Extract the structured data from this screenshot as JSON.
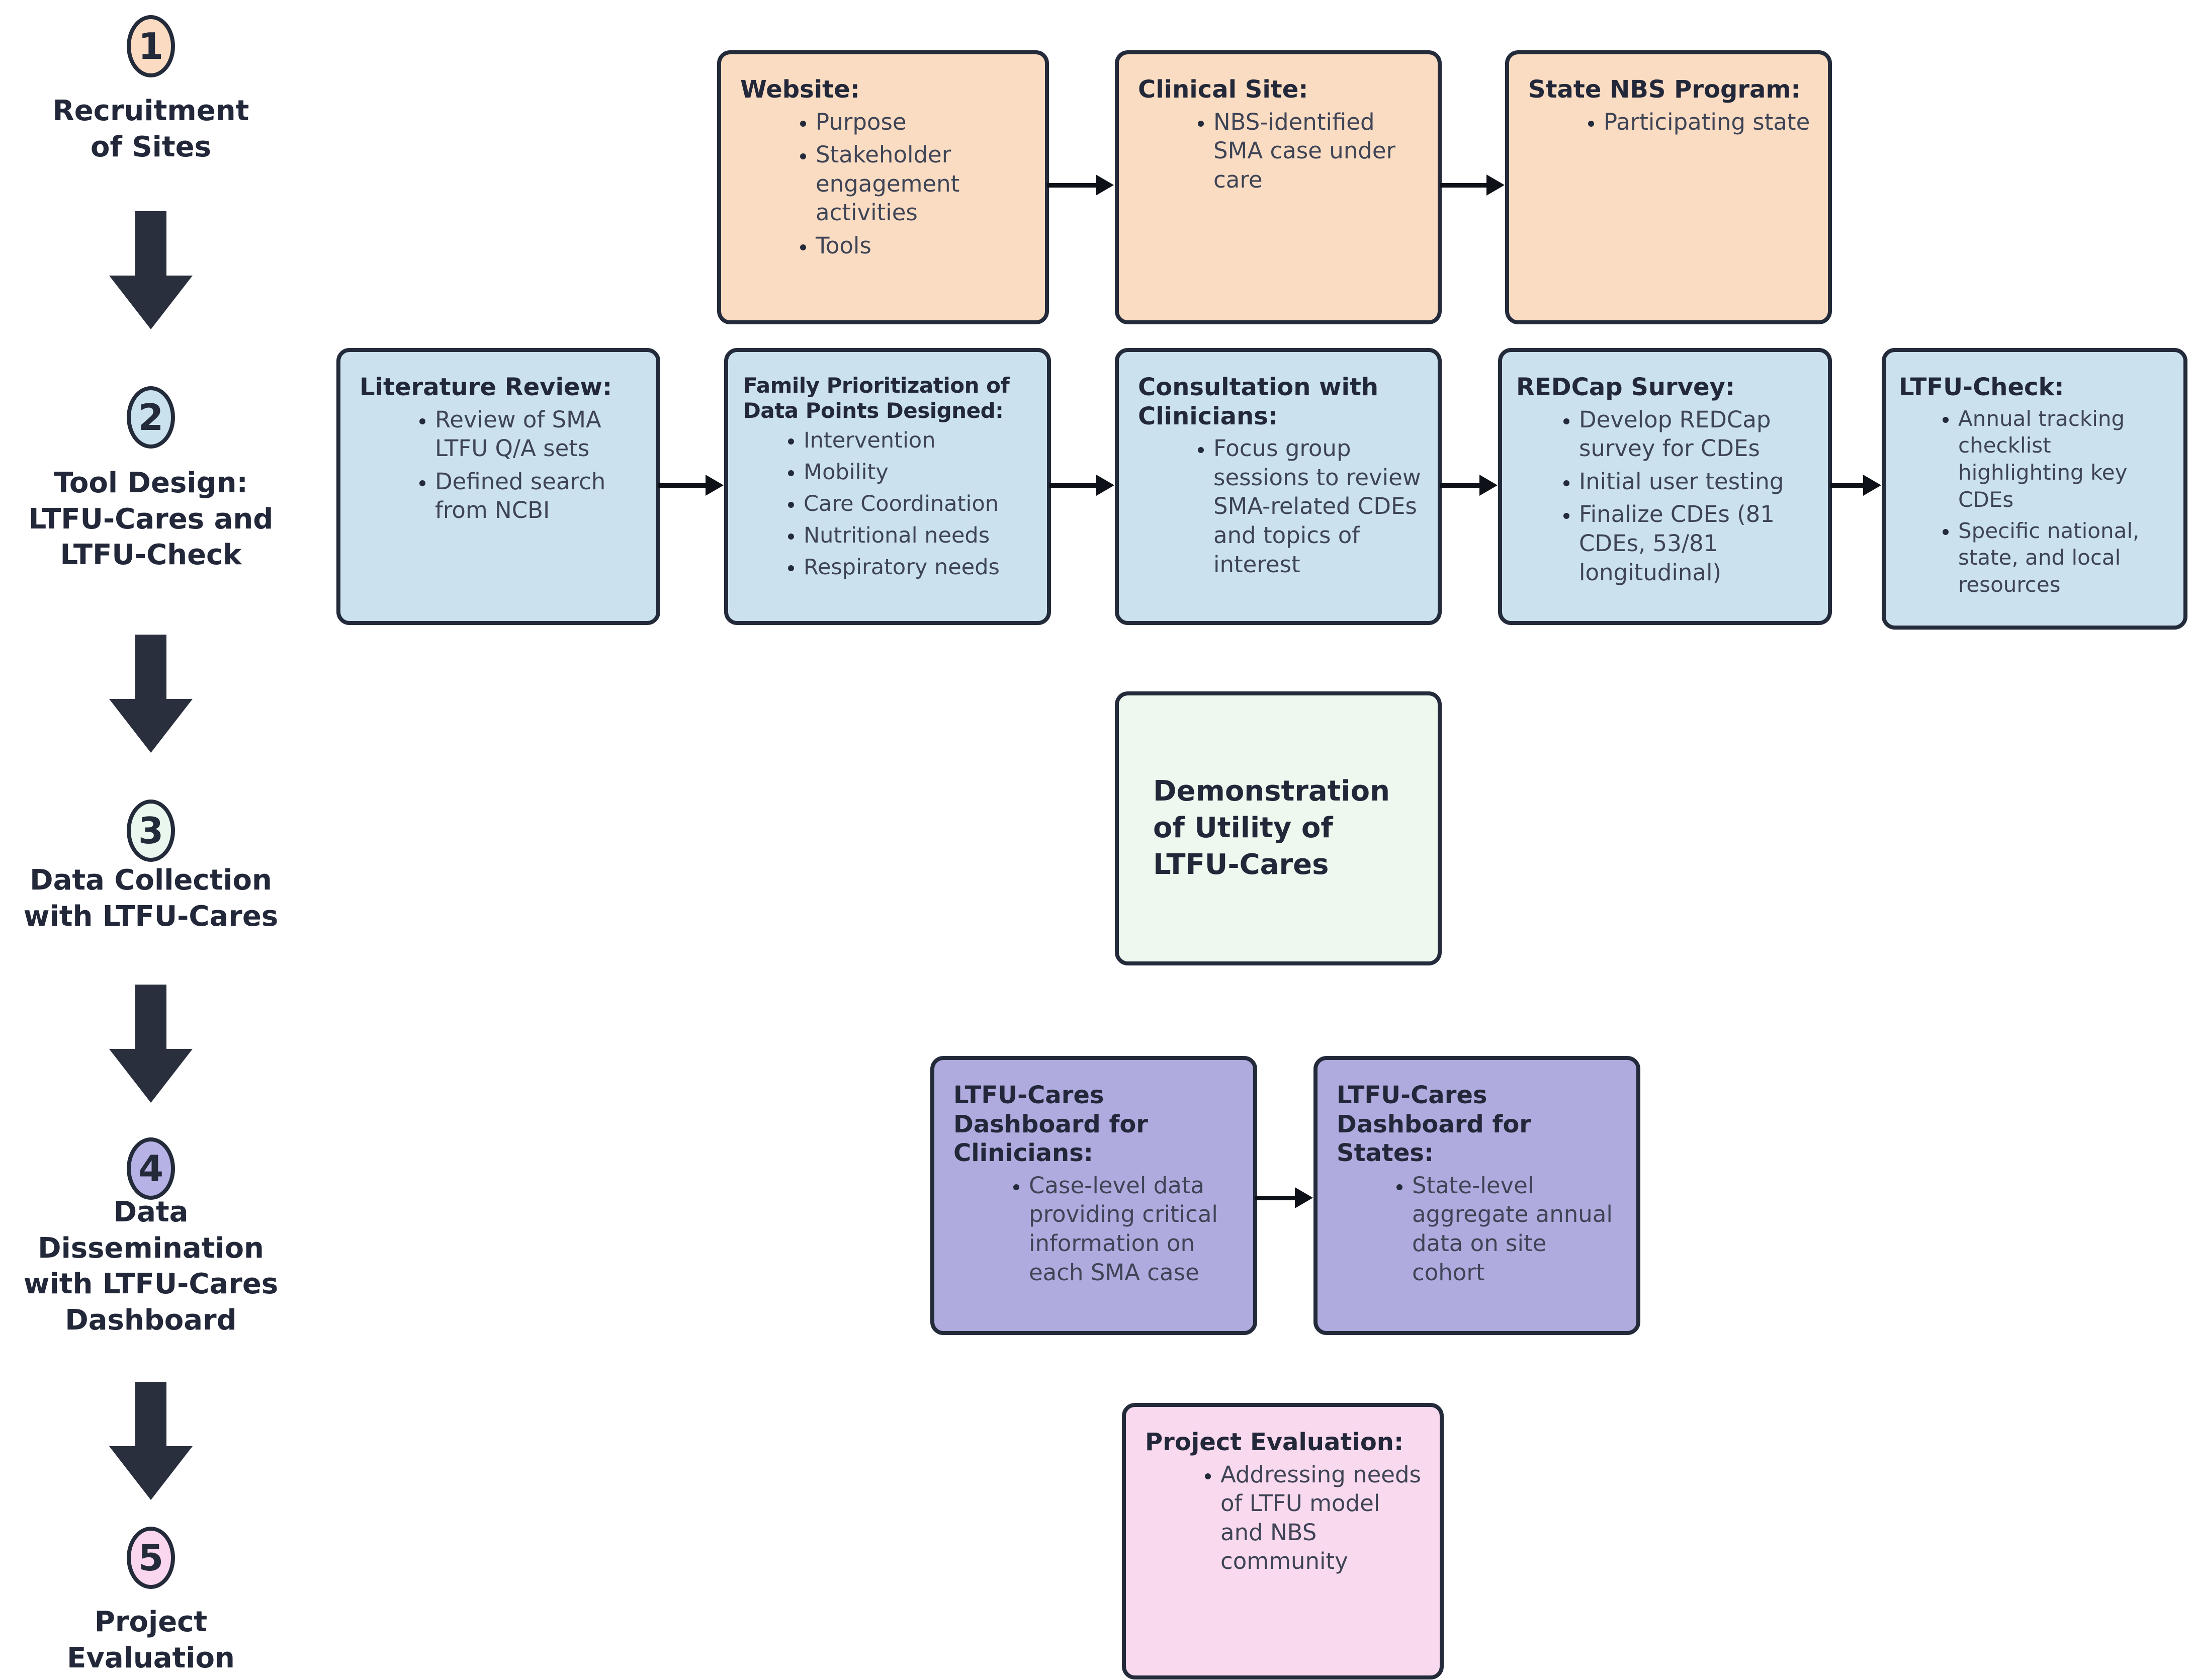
{
  "palette": {
    "peach": "#fadcc3",
    "blue": "#cbe1ee",
    "mint": "#edf9ef",
    "purple": "#b0abdf",
    "pink": "#f9d9ee",
    "ink": "#232a3a",
    "title_text": "#222839",
    "body_text": "#3e4455",
    "arrow": "#2a2f3e",
    "connector": "#0e1118"
  },
  "steps": [
    {
      "number": "1",
      "circle_color": "#fbdcc3",
      "label_lines": [
        "Recruitment",
        "of Sites"
      ]
    },
    {
      "number": "2",
      "circle_color": "#c9e2ee",
      "label_lines": [
        "Tool Design:",
        "LTFU-Cares and",
        "LTFU-Check"
      ]
    },
    {
      "number": "3",
      "circle_color": "#eaf7ee",
      "label_lines": [
        "Data Collection",
        "with LTFU-Cares"
      ]
    },
    {
      "number": "4",
      "circle_color": "#b7b2e5",
      "label_lines": [
        "Data",
        "Dissemination",
        "with LTFU-Cares",
        "Dashboard"
      ]
    },
    {
      "number": "5",
      "circle_color": "#fbd7ef",
      "label_lines": [
        "Project Evaluation"
      ]
    }
  ],
  "boxes": {
    "website": {
      "title": "Website:",
      "bullets": [
        "Purpose",
        "Stakeholder engagement activities",
        "Tools"
      ]
    },
    "clinical_site": {
      "title": "Clinical Site:",
      "bullets": [
        "NBS-identified SMA case under care"
      ]
    },
    "state_nbs_program": {
      "title": "State NBS Program:",
      "bullets": [
        "Participating state"
      ]
    },
    "literature_review": {
      "title": "Literature Review:",
      "bullets": [
        "Review of SMA LTFU Q/A sets",
        "Defined search from NCBI"
      ]
    },
    "family_prioritization": {
      "title": "Family Prioritization of Data Points Designed:",
      "bullets": [
        "Intervention",
        "Mobility",
        "Care Coordination",
        "Nutritional needs",
        "Respiratory needs"
      ]
    },
    "consultation": {
      "title": "Consultation with Clinicians:",
      "bullets": [
        "Focus group sessions to review SMA-related CDEs and topics of interest"
      ]
    },
    "redcap_survey": {
      "title": "REDCap Survey:",
      "bullets": [
        "Develop REDCap survey for CDEs",
        "Initial user testing",
        "Finalize CDEs (81 CDEs, 53/81 longitudinal)"
      ]
    },
    "ltfu_check": {
      "title": "LTFU-Check:",
      "bullets": [
        "Annual tracking checklist highlighting key CDEs",
        "Specific national, state, and local resources"
      ]
    },
    "demonstration": {
      "title": "Demonstration of Utility of LTFU-Cares"
    },
    "dashboard_clinicians": {
      "title": "LTFU-Cares Dashboard for Clinicians:",
      "bullets": [
        "Case-level data providing critical information on each SMA case"
      ]
    },
    "dashboard_states": {
      "title": "LTFU-Cares Dashboard for States:",
      "bullets": [
        "State-level aggregate annual data on site cohort"
      ]
    },
    "project_evaluation": {
      "title": "Project Evaluation:",
      "bullets": [
        "Addressing needs of LTFU model and NBS community"
      ]
    }
  }
}
